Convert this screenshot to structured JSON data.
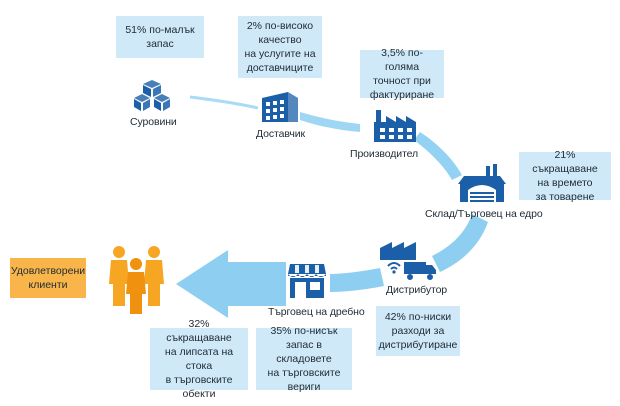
{
  "colors": {
    "arrow": "#8ecff1",
    "arrow_dark": "#5ab3e6",
    "icon_blue": "#1a5fa8",
    "box_fill": "#cfe9f9",
    "customer_fill": "#f9b54a",
    "people": "#f6a623"
  },
  "nodes": {
    "raw": {
      "label": "Суровини",
      "icon": "cubes-icon"
    },
    "supplier": {
      "label": "Доставчик",
      "icon": "building-icon"
    },
    "manufacturer": {
      "label": "Производител",
      "icon": "factory-icon"
    },
    "warehouse": {
      "label": "Склад/Търговец на едро",
      "icon": "warehouse-icon"
    },
    "distributor": {
      "label": "Дистрибутор",
      "icon": "truck-factory-icon"
    },
    "retailer": {
      "label": "Търговец на дребно",
      "icon": "store-icon"
    },
    "customers": {
      "label": "Удовлетворени\nклиенти",
      "icon": "people-icon"
    }
  },
  "benefits": {
    "b1": "51% по-малък\nзапас",
    "b2": "2% по-високо\nкачество\nна услугите на\nдоставчиците",
    "b3": "3,5% по-голяма\nточност при\nфактуриране",
    "b4": "21% съкращаване\nна времето\nза товарене",
    "b5": "42% по-ниски\nразходи за\nдистрибутиране",
    "b6": "35% по-нисък\nзапас в складовете\nна търговските\nвериги",
    "b7": "32% съкращаване\nна липсата на стока\nв търговските\nобекти"
  }
}
